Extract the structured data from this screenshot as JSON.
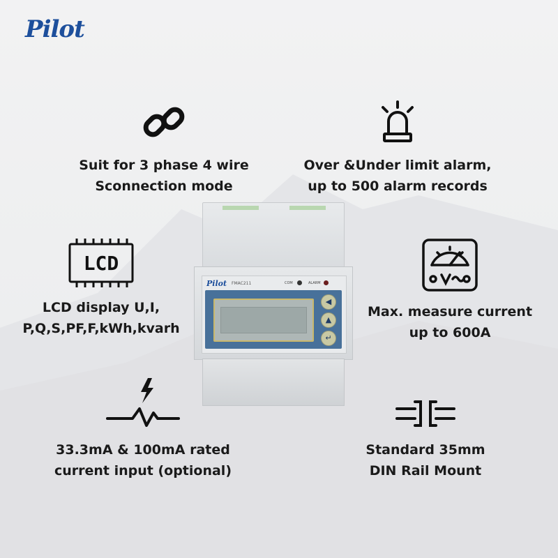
{
  "brand": {
    "logo_text": "Pilot"
  },
  "device": {
    "logo_text": "Pilot",
    "model": "FMAC211",
    "indicator_com": "COM",
    "indicator_alarm": "ALARM",
    "buttons": [
      {
        "icon": "left-arrow-icon",
        "glyph": "◀"
      },
      {
        "icon": "up-arrow-icon",
        "glyph": "▲"
      },
      {
        "icon": "enter-icon",
        "glyph": "↵"
      }
    ]
  },
  "features": {
    "wiring": {
      "icon": "chain-link-icon",
      "lines": [
        "Suit for 3 phase 4 wire",
        "Sconnection mode"
      ]
    },
    "alarm": {
      "icon": "alarm-beacon-icon",
      "lines": [
        "Over &Under limit alarm,",
        "up to 500 alarm records"
      ]
    },
    "lcd": {
      "icon": "lcd-chip-icon",
      "icon_text": "LCD",
      "lines": [
        "LCD display U,I,",
        "P,Q,S,PF,F,kWh,kvarh"
      ]
    },
    "current": {
      "icon": "meter-gauge-icon",
      "lines": [
        "Max. measure current",
        "up to 600A"
      ]
    },
    "input": {
      "icon": "pulse-spark-icon",
      "lines": [
        "33.3mA & 100mA rated",
        "current input (optional)"
      ]
    },
    "din": {
      "icon": "din-rail-icon",
      "lines": [
        "Standard 35mm",
        "DIN Rail Mount"
      ]
    }
  },
  "colors": {
    "brand_blue": "#1d4f9c",
    "text": "#1a1a1a",
    "faceplate": "#48719a"
  }
}
